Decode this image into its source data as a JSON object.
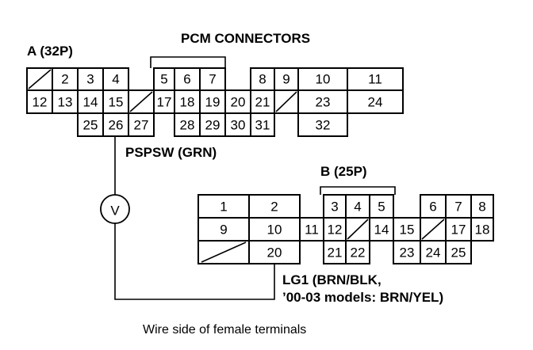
{
  "title": "PCM CONNECTORS",
  "connector_a": {
    "label": "A (32P)",
    "pins": [
      "2",
      "3",
      "4",
      "5",
      "6",
      "7",
      "8",
      "9",
      "10",
      "11",
      "12",
      "13",
      "14",
      "15",
      "17",
      "18",
      "19",
      "20",
      "21",
      "23",
      "24",
      "25",
      "26",
      "27",
      "28",
      "29",
      "30",
      "31",
      "32"
    ]
  },
  "connector_b": {
    "label": "B (25P)",
    "pins": [
      "1",
      "2",
      "3",
      "4",
      "5",
      "6",
      "7",
      "8",
      "9",
      "10",
      "11",
      "12",
      "14",
      "15",
      "17",
      "18",
      "20",
      "21",
      "22",
      "23",
      "24",
      "25"
    ]
  },
  "labels": {
    "pspsw": "PSPSW (GRN)",
    "lg1_line1": "LG1 (BRN/BLK,",
    "lg1_line2": "’00-03 models: BRN/YEL)",
    "meter_symbol": "V"
  },
  "caption": "Wire side of female terminals"
}
